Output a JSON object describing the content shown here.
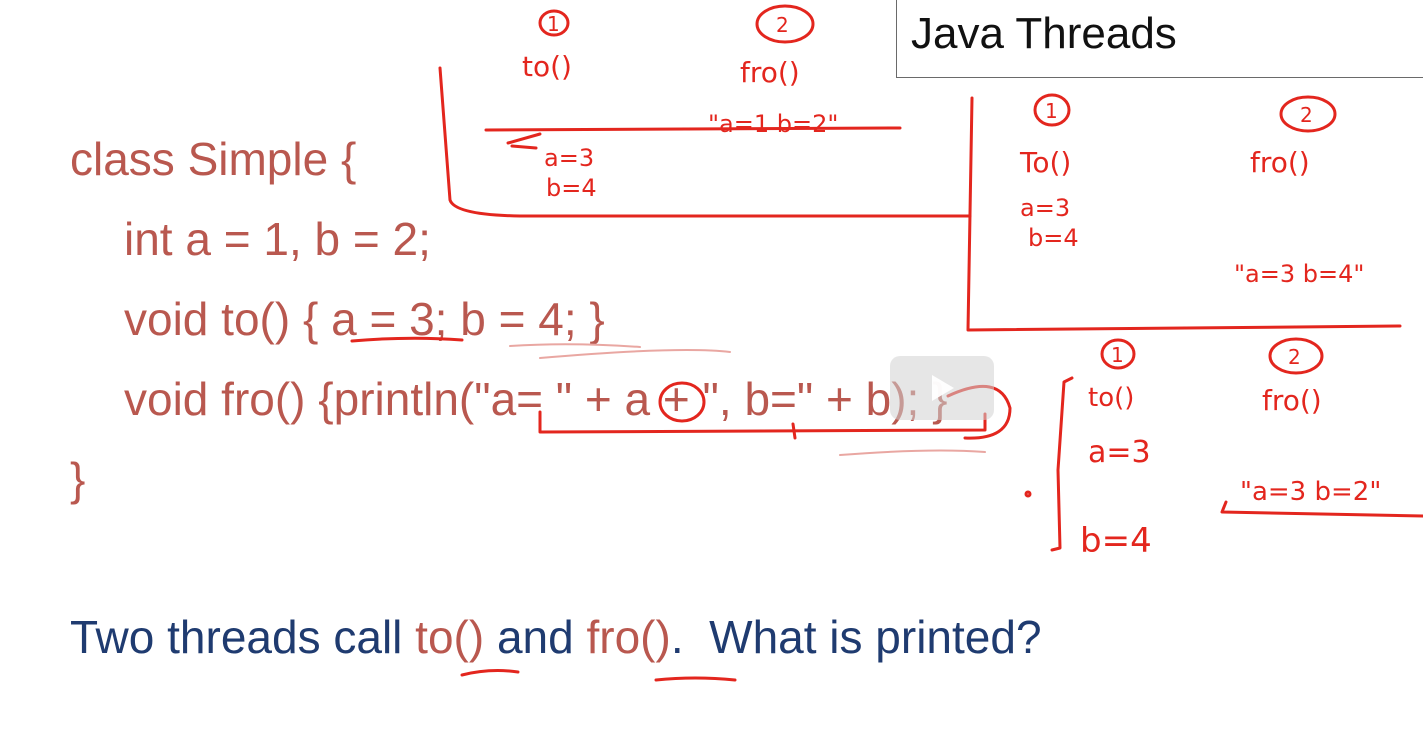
{
  "slide": {
    "title": "Java Threads",
    "code": {
      "line1": "class Simple {",
      "line2": "int a = 1, b = 2;",
      "line3": "void to() { a = 3; b = 4; }",
      "line4": "void fro() {println(\"a= \" + a + \", b=\" + b); }",
      "line5": "}"
    },
    "question": {
      "part1": "Two threads call ",
      "to": "to()",
      "part2": " and ",
      "fro": "fro()",
      "part3": ".  What is printed?"
    }
  },
  "annotations": {
    "scenario1": {
      "thread1_num": "1",
      "thread2_num": "2",
      "thread1_call": "to()",
      "thread2_call": "fro()",
      "printed": "\"a=1  b=2\"",
      "a": "a=3",
      "b": "b=4"
    },
    "scenario2": {
      "thread1_num": "1",
      "thread2_num": "2",
      "thread1_call": "To()",
      "thread2_call": "fro()",
      "a": "a=3",
      "b": "b=4",
      "printed": "\"a=3  b=4\""
    },
    "scenario3": {
      "thread1_num": "1",
      "thread2_num": "2",
      "thread1_call": "to()",
      "thread2_call": "fro()",
      "a": "a=3",
      "b": "b=4",
      "printed": "\"a=3  b=2\""
    }
  },
  "ink_color": "#e3261e",
  "code_color": "#b9584f",
  "question_color": "#1f3b70",
  "player": {
    "icon": "play-icon"
  }
}
